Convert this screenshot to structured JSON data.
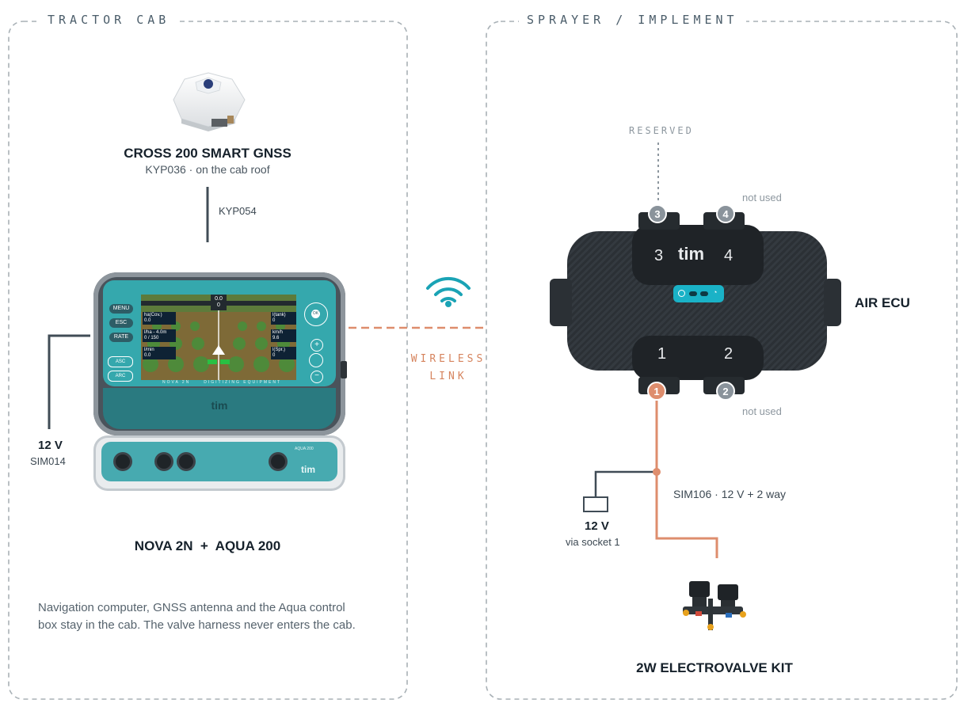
{
  "colors": {
    "border": "#a9b1b6",
    "line_dark": "#404c56",
    "line_orange": "#de8d6d",
    "badge_grey": "#8a939b",
    "badge_orange": "#de8d6d",
    "wifi": "#1aa3b5",
    "screen_teal": "#35a8ad",
    "ecu_body": "#2c3136"
  },
  "sections": {
    "cab": {
      "title": "TRACTOR CAB"
    },
    "implement": {
      "title": "SPRAYER / IMPLEMENT"
    }
  },
  "gnss": {
    "icon": "gnss-antenna-icon",
    "title": "CROSS 200 SMART GNSS",
    "subtitle": "KYP036 · on the cab roof",
    "cable": "KYP054"
  },
  "console": {
    "title": "NOVA 2N  +  AQUA 200",
    "power_label": "12 V",
    "power_code": "SIM014",
    "screen": {
      "buttons": [
        "MENU",
        "ESC",
        "RATE"
      ],
      "side_buttons": [
        "ASC",
        "ARC"
      ],
      "readouts_left": [
        {
          "label": "ha(Cov.)",
          "value": "0.0"
        },
        {
          "label": "l/ha - 4.0m",
          "value": "0 / 150"
        },
        {
          "label": "l/min",
          "value": "0.0"
        }
      ],
      "readouts_right": [
        {
          "label": "l(tank)",
          "value": "0"
        },
        {
          "label": "km/h",
          "value": "9.6"
        },
        {
          "label": "l(Spr.)",
          "value": "0"
        }
      ],
      "top_value": "0.0",
      "top_sub": "0",
      "nav_ok": "OK",
      "footer_text": "NOVA 2N     DIGITIZING EQUIPMENT",
      "brand": "tim"
    },
    "aqua": {
      "model": "AQUA 200",
      "brand": "tim"
    }
  },
  "wireless": {
    "icon": "wifi-icon",
    "line1": "WIRELESS",
    "line2": "LINK"
  },
  "ecu": {
    "title": "AIR ECU",
    "brand": "tim",
    "reserved": "RESERVED",
    "not_used_top": "not used",
    "not_used_bottom": "not used",
    "ports": {
      "p1": "1",
      "p2": "2",
      "p3": "3",
      "p4": "4"
    },
    "body_labels": {
      "p1": "1",
      "p2": "2",
      "p3": "3",
      "p4": "4"
    }
  },
  "harness": {
    "code": "SIM106 · 12 V + 2 way",
    "power_label": "12 V",
    "power_sub": "via socket 1"
  },
  "valve": {
    "title": "2W ELECTROVALVE KIT"
  },
  "caption": {
    "line1": "Navigation computer, GNSS antenna and the Aqua control",
    "line2": "box stay in the cab. The valve harness never enters the cab."
  }
}
